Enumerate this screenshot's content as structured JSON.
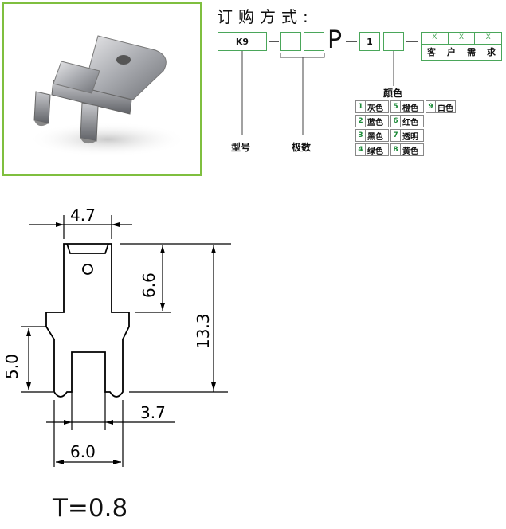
{
  "order": {
    "title": "订购方式:",
    "model_code": "K9",
    "p_letter": "P",
    "color_code": "1",
    "customer_x": [
      "X",
      "X",
      "X"
    ],
    "customer_label": [
      "客",
      "户",
      "需",
      "求"
    ],
    "label_model": "型号",
    "label_poles": "极数",
    "label_color": "颜色"
  },
  "colors": [
    {
      "num": "1",
      "name": "灰色"
    },
    {
      "num": "2",
      "name": "蓝色"
    },
    {
      "num": "3",
      "name": "黑色"
    },
    {
      "num": "4",
      "name": "绿色"
    },
    {
      "num": "5",
      "name": "橙色"
    },
    {
      "num": "6",
      "name": "红色"
    },
    {
      "num": "7",
      "name": "透明"
    },
    {
      "num": "8",
      "name": "黄色"
    },
    {
      "num": "9",
      "name": "白色"
    }
  ],
  "dimensions": {
    "top_width": "4.7",
    "upper_height": "6.6",
    "total_height": "13.3",
    "leg_height": "5.0",
    "leg_width": "3.7",
    "bottom_width": "6.0",
    "thickness": "T=0.8"
  },
  "colors_ui": {
    "accent": "#4aa65a",
    "number": "#1e8b3a",
    "frame": "#7fbf3f"
  }
}
